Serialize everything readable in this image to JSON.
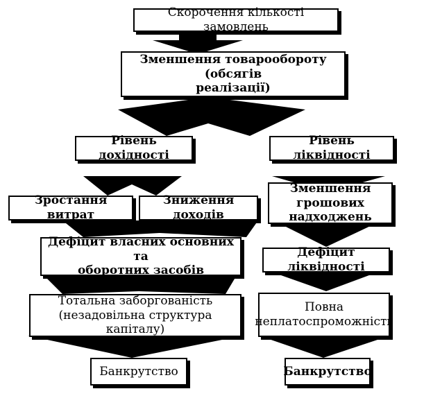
{
  "diagram": {
    "nodes": [
      {
        "id": "n1",
        "lines": [
          "Скорочення кількості замовлень"
        ]
      },
      {
        "id": "n2",
        "lines": [
          "Зменшення товарообороту (обсягів",
          "реалізації)"
        ]
      },
      {
        "id": "n3",
        "lines": [
          "Рівень дохідності"
        ]
      },
      {
        "id": "n4",
        "lines": [
          "Рівень ліквідності"
        ]
      },
      {
        "id": "n5",
        "lines": [
          "Зростання витрат"
        ]
      },
      {
        "id": "n6",
        "lines": [
          "Зниження доходів"
        ]
      },
      {
        "id": "n7",
        "lines": [
          "Зменшення грошових",
          "надходжень"
        ]
      },
      {
        "id": "n8",
        "lines": [
          "Дефіцит власних основних та",
          "оборотних засобів"
        ]
      },
      {
        "id": "n9",
        "lines": [
          "Дефіцит ліквідності"
        ]
      },
      {
        "id": "n10",
        "lines": [
          "Тотальна заборгованість",
          "(незадовільна структура капіталу)"
        ]
      },
      {
        "id": "n11",
        "lines": [
          "Повна",
          "неплатоспроможність"
        ]
      },
      {
        "id": "n12",
        "lines": [
          "Банкрутство"
        ]
      },
      {
        "id": "n13",
        "lines": [
          "Банкрутство"
        ]
      }
    ],
    "edges": [
      {
        "from": "n1",
        "to": "n2"
      },
      {
        "from": "n2",
        "to": "n3"
      },
      {
        "from": "n2",
        "to": "n4"
      },
      {
        "from": "n3",
        "to": "n5"
      },
      {
        "from": "n3",
        "to": "n6"
      },
      {
        "from": "n4",
        "to": "n7"
      },
      {
        "from": "n5",
        "to": "n8"
      },
      {
        "from": "n6",
        "to": "n8"
      },
      {
        "from": "n7",
        "to": "n9"
      },
      {
        "from": "n8",
        "to": "n10"
      },
      {
        "from": "n9",
        "to": "n11"
      },
      {
        "from": "n10",
        "to": "n12"
      },
      {
        "from": "n11",
        "to": "n13"
      }
    ]
  },
  "colors": {
    "stroke": "#000000",
    "fill": "#ffffff",
    "arrow": "#000000"
  }
}
